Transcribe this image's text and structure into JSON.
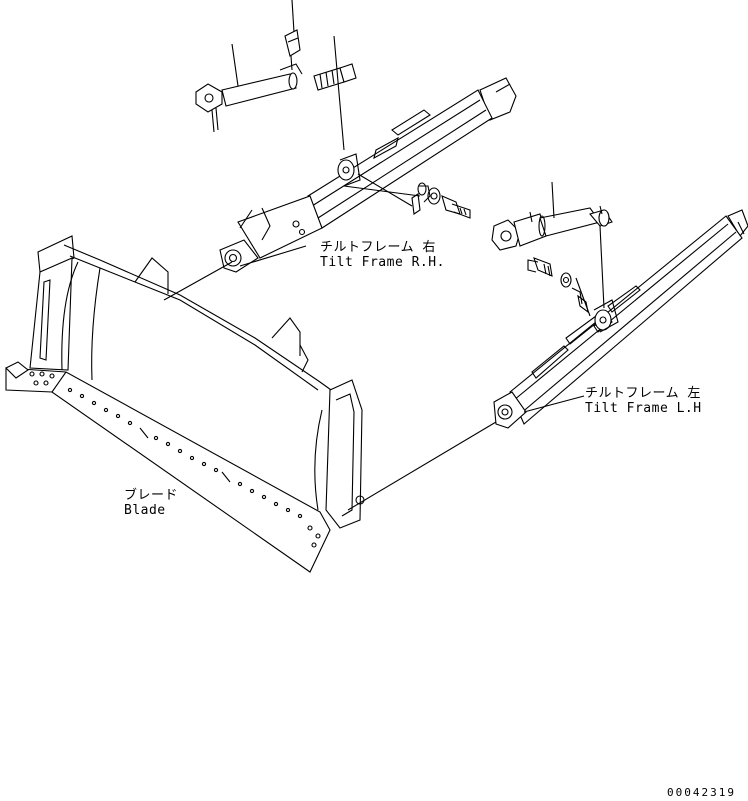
{
  "labels": {
    "tilt_frame_rh_jp": "チルトフレーム 右",
    "tilt_frame_rh_en": "Tilt Frame R.H.",
    "tilt_frame_lh_jp": "チルトフレーム 左",
    "tilt_frame_lh_en": "Tilt Frame L.H",
    "blade_jp": "ブレード",
    "blade_en": "Blade"
  },
  "document_id": "00042319",
  "colors": {
    "line": "#000000",
    "background": "#ffffff"
  }
}
